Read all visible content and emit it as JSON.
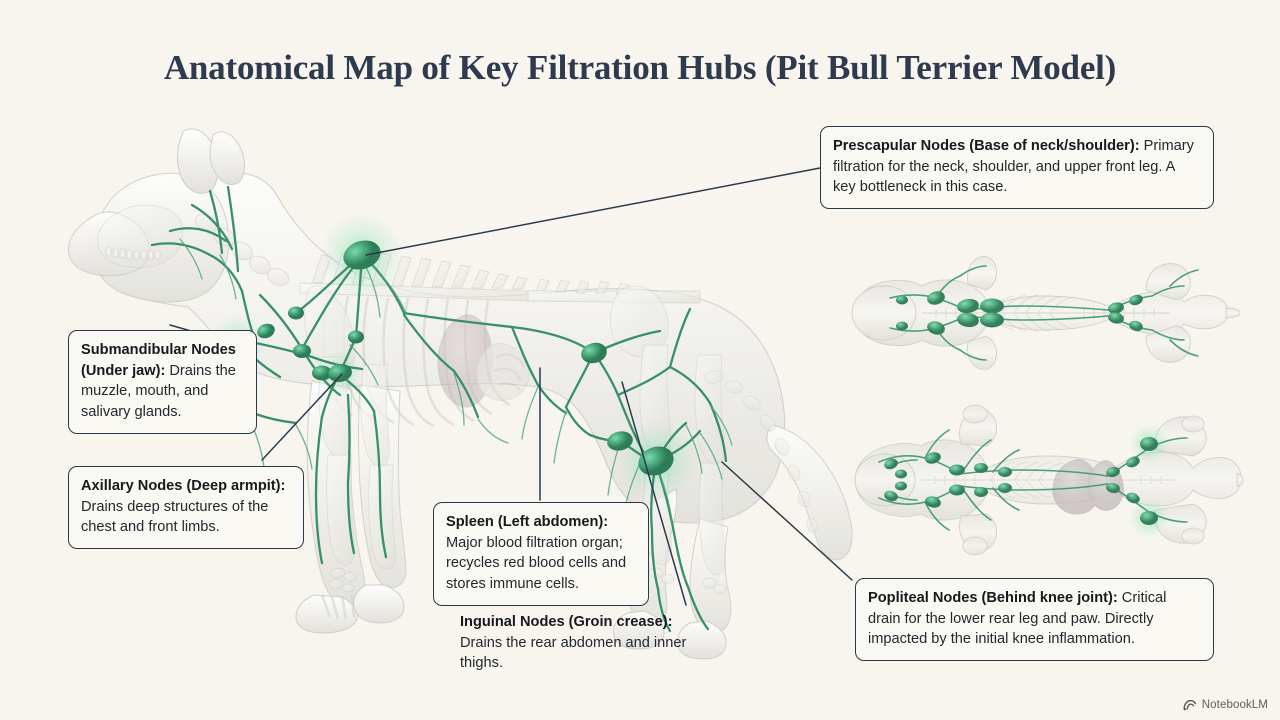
{
  "page": {
    "title": "Anatomical Map of Key Filtration Hubs (Pit Bull Terrier Model)",
    "background_color": "#F7F5EE",
    "title_color": "#2E3A4E",
    "accent_color": "#35996B",
    "node_glow_color": "#5FD3A3",
    "box_border_color": "#2B3A4A",
    "box_fill_color": "#FAF8F2",
    "leader_line_color": "#2B3A4A"
  },
  "callouts": [
    {
      "id": "prescapular",
      "heading": "Prescapular Nodes (Base of neck/shoulder):",
      "body": "Primary filtration for the neck, shoulder, and upper front leg. A key bottleneck in this case.",
      "boxed": true
    },
    {
      "id": "submandibular",
      "heading": "Submandibular Nodes (Under jaw):",
      "body": "Drains the muzzle, mouth, and salivary glands.",
      "boxed": true
    },
    {
      "id": "axillary",
      "heading": "Axillary Nodes (Deep armpit):",
      "body": "Drains deep structures of the chest and front limbs.",
      "boxed": true
    },
    {
      "id": "spleen",
      "heading": "Spleen (Left abdomen):",
      "body": "Major blood filtration organ; recycles red blood cells and stores immune cells.",
      "boxed": true
    },
    {
      "id": "inguinal",
      "heading": "Inguinal Nodes (Groin crease):",
      "body": "Drains the rear abdomen and inner thighs.",
      "boxed": false
    },
    {
      "id": "popliteal",
      "heading": "Popliteal Nodes (Behind knee joint):",
      "body": "Critical drain for the lower rear leg and paw. Directly impacted by the initial knee inflammation.",
      "boxed": true
    }
  ],
  "figures": {
    "main": {
      "name": "lateral-view-dog",
      "description": "Lateral translucent view of a pit bull terrier showing skeleton and green lymphatic network"
    },
    "inset_top": {
      "name": "dorsal-view-dog",
      "description": "Dorsal (top-down) translucent view of dog with lymphatic nodes"
    },
    "inset_bottom": {
      "name": "ventral-view-dog",
      "description": "Ventral (bottom-up) translucent view of dog with organs and lymphatic nodes"
    }
  },
  "watermark": {
    "label": "NotebookLM",
    "icon": "notebooklm-arc-icon"
  }
}
